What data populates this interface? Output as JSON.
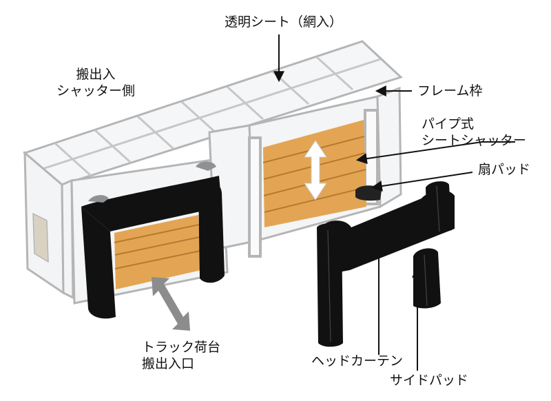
{
  "labels": {
    "clear_sheet": "透明シート（網入）",
    "shutter_side": "搬出入\nシャッター側",
    "frame": "フレーム枠",
    "pipe_shutter": "パイプ式\nシートシャッター",
    "fan_pad": "扇パッド",
    "truck_bed": "トラック荷台\n搬出入口",
    "head_curtain": "ヘッドカーテン",
    "side_pad": "サイドパッド"
  },
  "colors": {
    "frame_line": "#b8b8b8",
    "glass_fill": "#f4f6f8",
    "shutter_orange": "#e3a553",
    "shutter_stripe": "#b57a30",
    "pad_black": "#111111",
    "arrow_gray": "#8c8c8c"
  }
}
